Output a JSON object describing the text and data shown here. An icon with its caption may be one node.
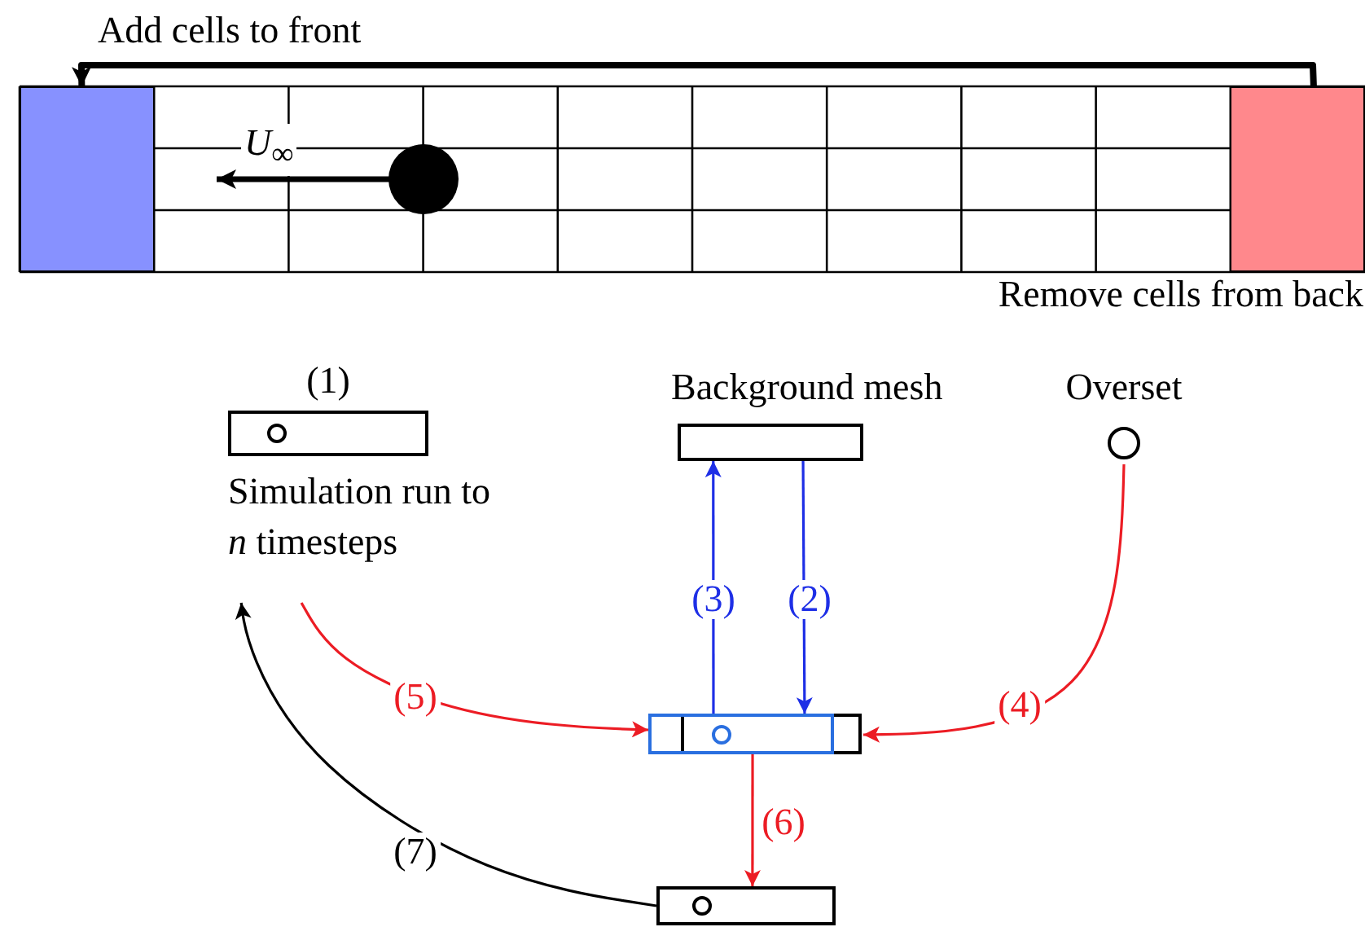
{
  "diagram": {
    "nodes": [
      {
        "text": [],
        "shape": "box"
      },
      {
        "text": [],
        "shape": "box",
        "beside": [
          "Remove cells from back"
        ]
      },
      {
        "text": [
          "(1)",
          "Simulation run to *n* timesteps"
        ]
      },
      {
        "text": [
          "Background mesh"
        ]
      },
      {
        "text": [
          "Overset"
        ]
      },
      {
        "text": [],
        "shape": "box"
      },
      {
        "text": [],
        "shape": "box"
      }
    ],
    "edges": [
      {
        "from": 1,
        "to": 0,
        "arrow": "to",
        "style": "thick",
        "color": "#000000"
      },
      {
        "from": 5,
        "to": 3,
        "arrow": "to",
        "label": "(3)",
        "color": "#1e2fe6"
      },
      {
        "from": 3,
        "to": 5,
        "arrow": "to",
        "label": "(2)",
        "color": "#1e2fe6"
      },
      {
        "from": 4,
        "to": 5,
        "arrow": "to",
        "label": "(4)",
        "color": "#ec1c24"
      },
      {
        "from": 2,
        "to": 5,
        "arrow": "to",
        "label": "(5)",
        "color": "#ec1c24"
      },
      {
        "from": 5,
        "to": 6,
        "arrow": "to",
        "label": "(6)",
        "color": "#ec1c24"
      },
      {
        "from": 6,
        "to": 2,
        "arrow": "to",
        "label": "(7)",
        "color": "#000000"
      }
    ],
    "labels": [
      "Add cells to front",
      "*U*$_{∞}$"
    ]
  }
}
